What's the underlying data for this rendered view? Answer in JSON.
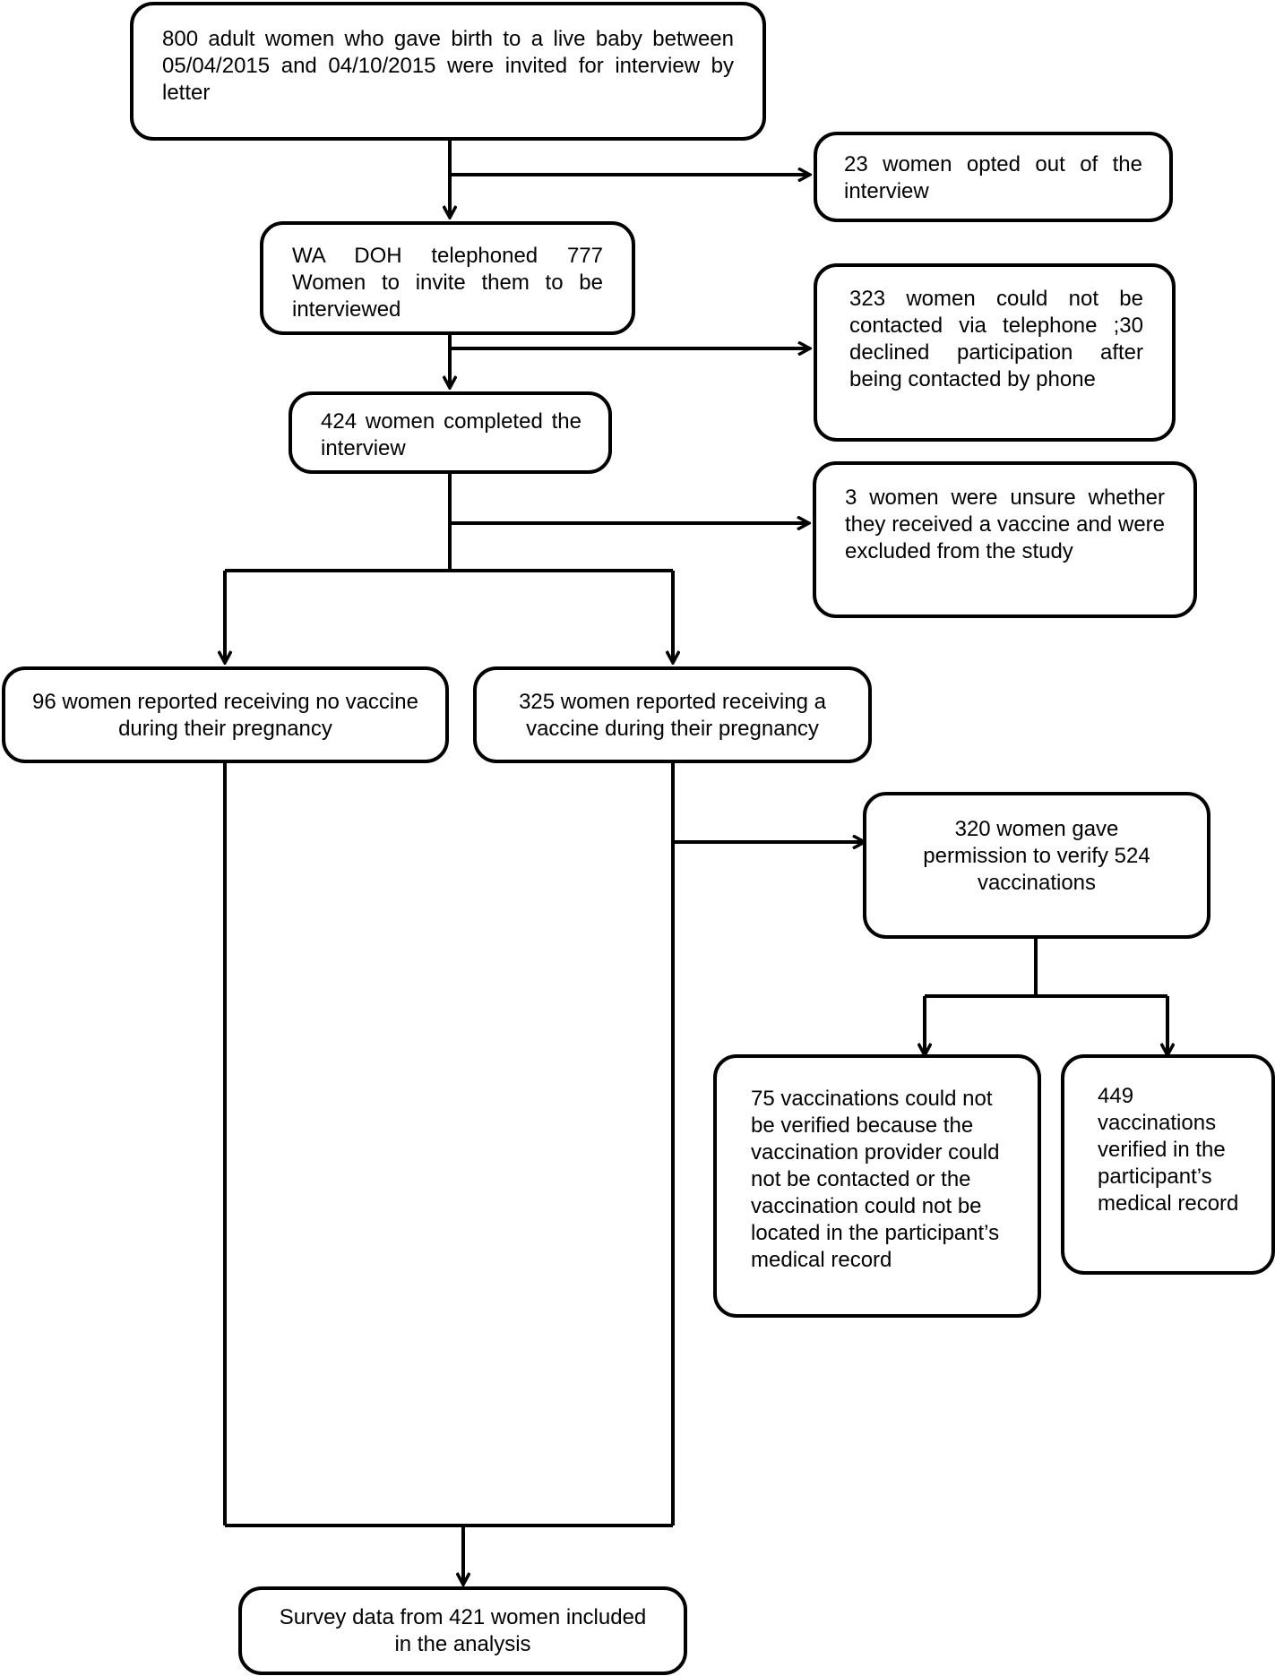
{
  "flowchart": {
    "invited": "800 adult women who gave birth to a live baby between 05/04/2015 and 04/10/2015 were invited for interview by letter",
    "opted_out": "23 women opted out of the interview",
    "telephoned": "WA DOH telephoned 777 Women to invite them to be interviewed",
    "not_contacted": "323 women could not be contacted via telephone ;30 declined participation after being contacted by phone",
    "completed": "424 women completed the interview",
    "unsure": "3 women were unsure whether they received a vaccine and were excluded from the study",
    "no_vaccine": "96 women reported receiving no vaccine during their pregnancy",
    "vaccine": "325 women reported receiving a vaccine during their pregnancy",
    "permission": "320 women gave permission to verify 524 vaccinations",
    "not_verified": "75 vaccinations could not be verified because the vaccination provider could not be contacted or the vaccination could not be located in the participant’s medical record",
    "verified": "449 vaccinations verified in the participant’s medical record",
    "analysis": "Survey data from 421 women included in the analysis"
  },
  "colors": {
    "stroke": "#000000",
    "background": "#ffffff"
  }
}
